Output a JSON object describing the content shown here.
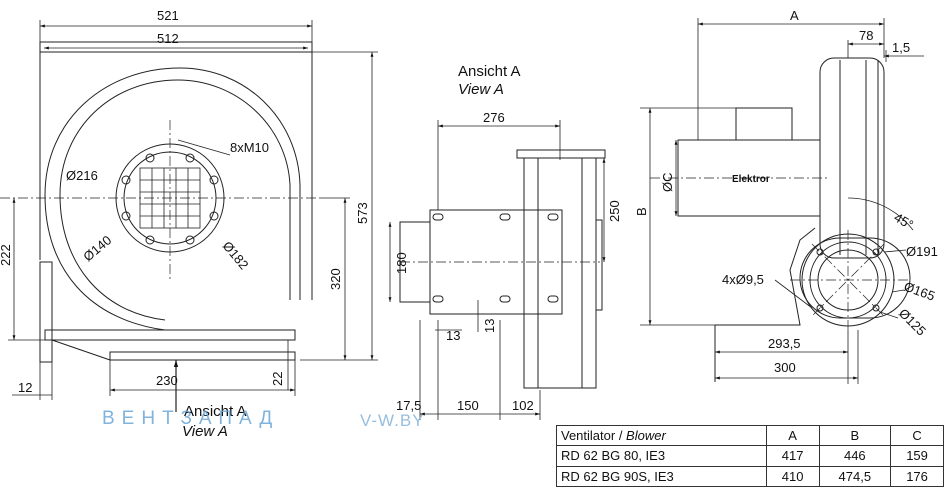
{
  "front_view": {
    "dims": {
      "w521": "521",
      "w512": "512",
      "h573": "573",
      "h222": "222",
      "h320": "320",
      "w230": "230",
      "w12": "12",
      "w22": "22",
      "bolts": "8xM10",
      "d216": "Ø216",
      "d140": "Ø140",
      "d182": "Ø182"
    },
    "view_arrow": {
      "title": "Ansicht A",
      "subtitle": "View A"
    }
  },
  "view_a": {
    "title": "Ansicht A",
    "subtitle": "View A",
    "dims": {
      "w276": "276",
      "h180": "180",
      "h250": "250",
      "h13a": "13",
      "h13b": "13",
      "w17_5": "17,5",
      "w150": "150",
      "w102": "102"
    }
  },
  "side_view": {
    "dims": {
      "a": "A",
      "w78": "78",
      "w1_5": "1,5",
      "oc": "ØC",
      "b": "B",
      "angle": "45°",
      "d191": "Ø191",
      "holes": "4xØ9,5",
      "d165": "Ø165",
      "d125": "Ø125",
      "w293_5": "293,5",
      "w300": "300"
    },
    "motor_logo": "Elektror"
  },
  "watermark": {
    "brand": "ВЕНТЗАПАД",
    "site": "V-W.BY"
  },
  "spec_table": {
    "headers": [
      "Ventilator / ",
      "Blower",
      "A",
      "B",
      "C"
    ],
    "rows": [
      [
        "RD 62 BG 80, IE3",
        "417",
        "446",
        "159"
      ],
      [
        "RD 62 BG 90S, IE3",
        "410",
        "474,5",
        "176"
      ]
    ]
  }
}
